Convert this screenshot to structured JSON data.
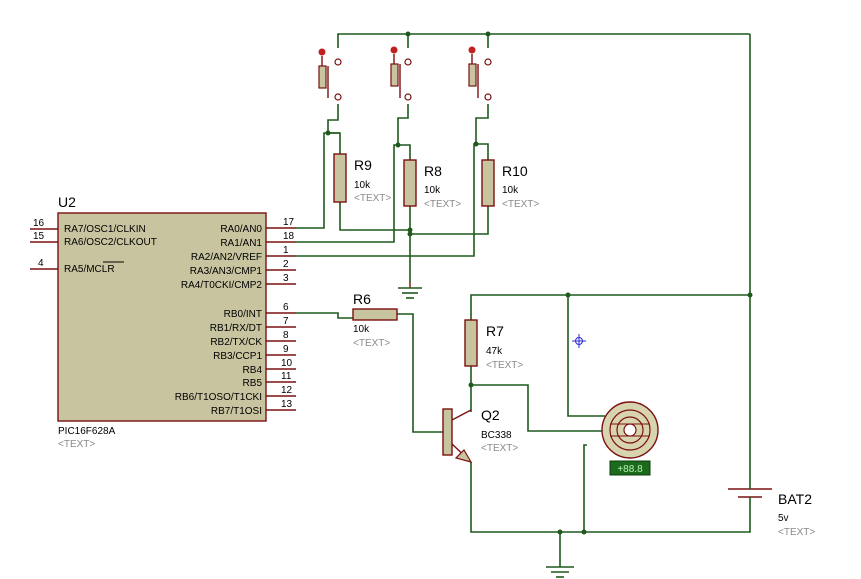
{
  "mcu": {
    "ref": "U2",
    "part": "PIC16F628A",
    "text_placeholder": "<TEXT>",
    "left_pins": [
      {
        "num": "16",
        "label": "RA7/OSC1/CLKIN"
      },
      {
        "num": "15",
        "label": "RA6/OSC2/CLKOUT"
      },
      {
        "num": "4",
        "label": "RA5/MCLR"
      }
    ],
    "right_pins": [
      {
        "num": "17",
        "label": "RA0/AN0"
      },
      {
        "num": "18",
        "label": "RA1/AN1"
      },
      {
        "num": "1",
        "label": "RA2/AN2/VREF"
      },
      {
        "num": "2",
        "label": "RA3/AN3/CMP1"
      },
      {
        "num": "3",
        "label": "RA4/T0CKI/CMP2"
      },
      {
        "num": "6",
        "label": "RB0/INT"
      },
      {
        "num": "7",
        "label": "RB1/RX/DT"
      },
      {
        "num": "8",
        "label": "RB2/TX/CK"
      },
      {
        "num": "9",
        "label": "RB3/CCP1"
      },
      {
        "num": "10",
        "label": "RB4"
      },
      {
        "num": "11",
        "label": "RB5"
      },
      {
        "num": "12",
        "label": "RB6/T1OSO/T1CKI"
      },
      {
        "num": "13",
        "label": "RB7/T1OSI"
      }
    ]
  },
  "resistors": {
    "r9": {
      "ref": "R9",
      "value": "10k",
      "text": "<TEXT>"
    },
    "r8": {
      "ref": "R8",
      "value": "10k",
      "text": "<TEXT>"
    },
    "r10": {
      "ref": "R10",
      "value": "10k",
      "text": "<TEXT>"
    },
    "r6": {
      "ref": "R6",
      "value": "10k",
      "text": "<TEXT>"
    },
    "r7": {
      "ref": "R7",
      "value": "47k",
      "text": "<TEXT>"
    }
  },
  "transistor": {
    "ref": "Q2",
    "part": "BC338",
    "text": "<TEXT>"
  },
  "battery": {
    "ref": "BAT2",
    "value": "5v",
    "text": "<TEXT>"
  },
  "motor": {
    "readout": "+88.8"
  },
  "colors": {
    "wire": "#1e5a1e",
    "component": "#7a1010",
    "body": "#c8c4a0",
    "readout_bg": "#1c6b1c",
    "readout_fg": "#b8f0b8"
  }
}
